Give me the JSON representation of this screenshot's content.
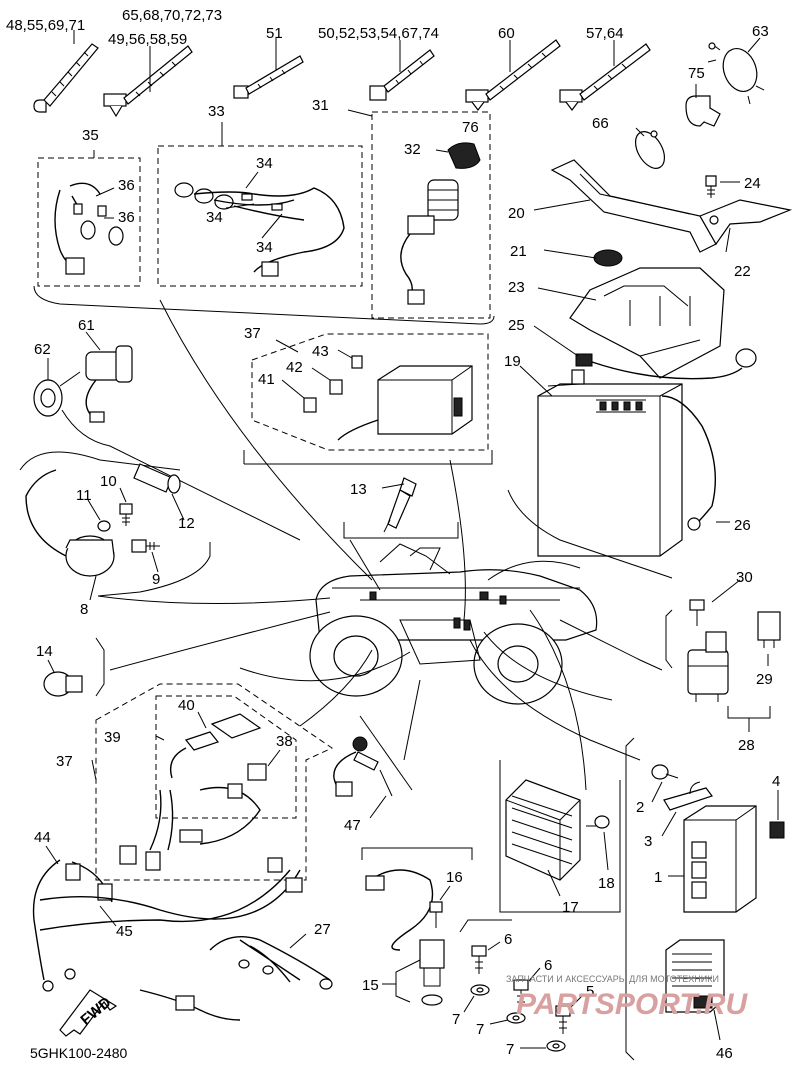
{
  "diagram": {
    "code": "5GHK100-2480",
    "watermark_text": "ЗАПЧАСТИ И АКСЕССУАРЫ ДЛЯ МОТОТЕХНИКИ",
    "watermark_brand": "PARTSPORT.RU",
    "fwd_label": "FWD"
  },
  "callouts": {
    "c48": "48,55,69,71",
    "c65": "65,68,70,72,73",
    "c49": "49,56,58,59",
    "c51": "51",
    "c50": "50,52,53,54,67,74",
    "c60": "60",
    "c57": "57,64",
    "c63": "63",
    "c75": "75",
    "c66": "66",
    "c35": "35",
    "c36a": "36",
    "c36b": "36",
    "c33": "33",
    "c34a": "34",
    "c34b": "34",
    "c34c": "34",
    "c31": "31",
    "c76": "76",
    "c32": "32",
    "c24": "24",
    "c20": "20",
    "c21": "21",
    "c22": "22",
    "c23": "23",
    "c25": "25",
    "c19": "19",
    "c61": "61",
    "c62": "62",
    "c37a": "37",
    "c43": "43",
    "c42": "42",
    "c41": "41",
    "c10": "10",
    "c11": "11",
    "c12": "12",
    "c9": "9",
    "c8": "8",
    "c13": "13",
    "c26": "26",
    "c30": "30",
    "c29": "29",
    "c28": "28",
    "c14": "14",
    "c40": "40",
    "c39": "39",
    "c38": "38",
    "c37b": "37",
    "c47": "47",
    "c4": "4",
    "c2": "2",
    "c3": "3",
    "c1": "1",
    "c44": "44",
    "c45": "45",
    "c16": "16",
    "c18": "18",
    "c17": "17",
    "c6a": "6",
    "c6b": "6",
    "c5": "5",
    "c7a": "7",
    "c7b": "7",
    "c7c": "7",
    "c15": "15",
    "c27": "27",
    "c46": "46"
  }
}
